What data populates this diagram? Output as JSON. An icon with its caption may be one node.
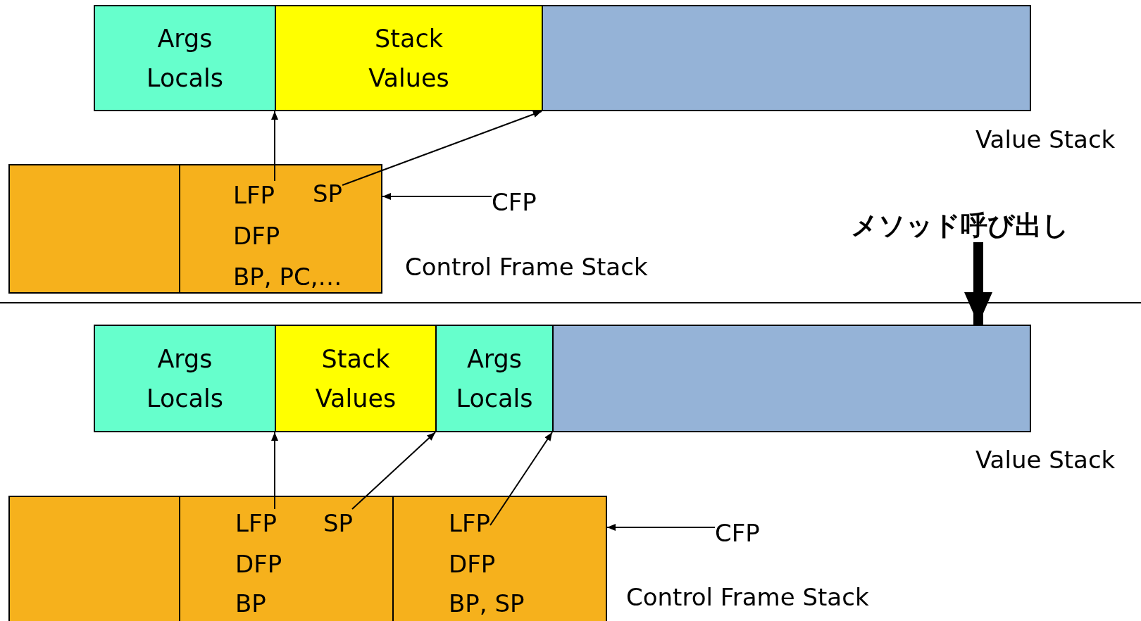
{
  "diagram": {
    "nodes": [
      {
        "text": [
          "Args",
          "Locals"
        ]
      },
      {
        "text": [
          "Stack",
          "Values"
        ]
      },
      {
        "text": [],
        "shape": "box"
      },
      {
        "text": [],
        "shape": "box"
      },
      {
        "text": [
          "DFP",
          "BP, PC,…"
        ]
      },
      {
        "text": [
          "LFP"
        ],
        "in": 4
      },
      {
        "text": [
          "SP"
        ],
        "in": 4
      },
      {
        "text": [
          "CFP"
        ]
      },
      {
        "text": [
          "メソッド呼び出し"
        ]
      },
      {
        "text": [
          "Args",
          "Locals"
        ]
      },
      {
        "text": [
          "Stack",
          "Values"
        ]
      },
      {
        "text": [
          "Args",
          "Locals"
        ]
      },
      {
        "text": [],
        "shape": "box"
      },
      {
        "text": [],
        "shape": "box"
      },
      {
        "text": [
          "DFP",
          "BP"
        ]
      },
      {
        "text": [
          "LFP"
        ],
        "in": 14
      },
      {
        "text": [
          "SP"
        ],
        "in": 14
      },
      {
        "text": [
          "DFP",
          "BP, SP"
        ]
      },
      {
        "text": [
          "LFP"
        ],
        "in": 17
      },
      {
        "text": [
          "CFP"
        ]
      }
    ],
    "edges": [
      {
        "from": 5,
        "to": 1,
        "arrow": "to"
      },
      {
        "from": 6,
        "to": 2,
        "arrow": "to"
      },
      {
        "from": 7,
        "to": 4,
        "arrow": "to"
      },
      {
        "from": 8,
        "to": 12,
        "arrow": "to",
        "style": "thick"
      },
      {
        "from": 15,
        "to": 10,
        "arrow": "to"
      },
      {
        "from": 16,
        "to": 11,
        "arrow": "to"
      },
      {
        "from": 18,
        "to": 12,
        "arrow": "to"
      },
      {
        "from": 19,
        "to": 17,
        "arrow": "to"
      }
    ],
    "labels": [
      "Value Stack",
      "Control Frame Stack",
      "Value Stack",
      "Control Frame Stack"
    ]
  }
}
